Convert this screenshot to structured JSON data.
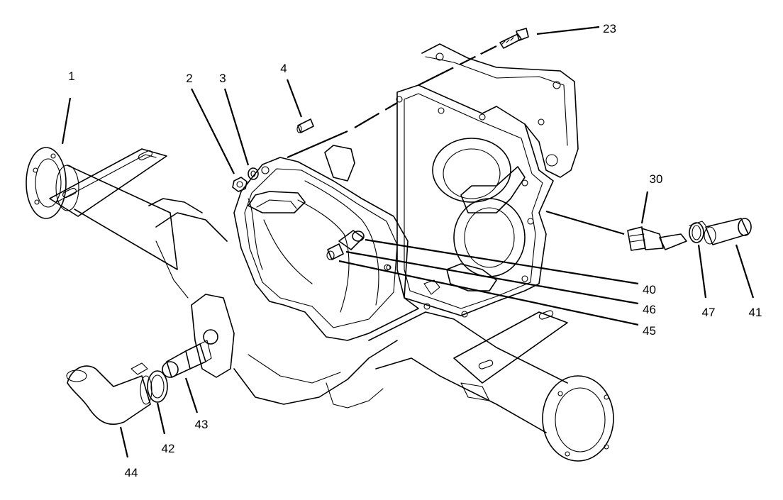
{
  "diagram": {
    "callouts": [
      {
        "id": "c1",
        "text": "1"
      },
      {
        "id": "c2",
        "text": "2"
      },
      {
        "id": "c3",
        "text": "3"
      },
      {
        "id": "c4",
        "text": "4"
      },
      {
        "id": "c23",
        "text": "23"
      },
      {
        "id": "c30",
        "text": "30"
      },
      {
        "id": "c40",
        "text": "40"
      },
      {
        "id": "c46",
        "text": "46"
      },
      {
        "id": "c45",
        "text": "45"
      },
      {
        "id": "c47",
        "text": "47"
      },
      {
        "id": "c41",
        "text": "41"
      },
      {
        "id": "c43",
        "text": "43"
      },
      {
        "id": "c42",
        "text": "42"
      },
      {
        "id": "c44",
        "text": "44"
      }
    ]
  }
}
